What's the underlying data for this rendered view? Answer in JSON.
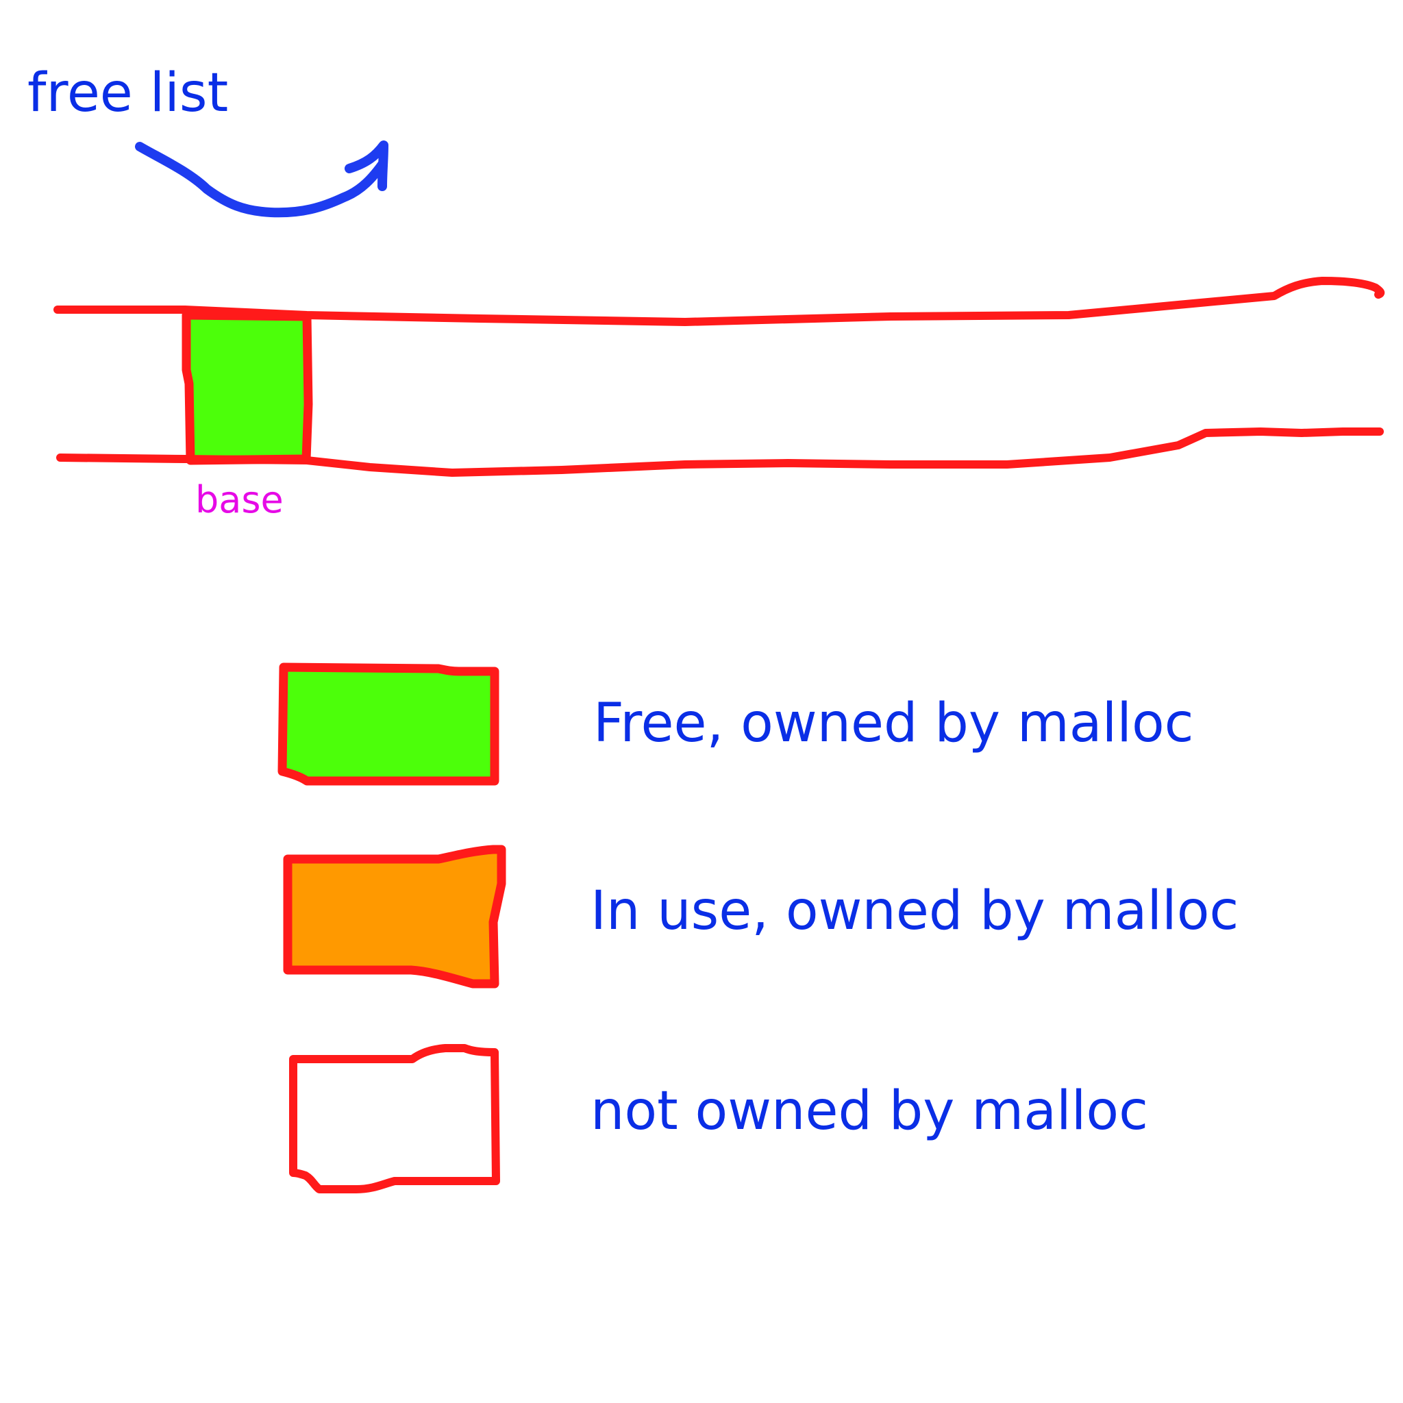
{
  "colors": {
    "outline": "#ff1a1a",
    "free": "#4cff0a",
    "in_use": "#ff9900",
    "not_owned": "#ffffff",
    "text_blue": "#0a2ee6",
    "arrow_blue": "#1e3cf0",
    "base_label": "#e60ae6",
    "background": "#ffffff"
  },
  "header": {
    "title": "free list"
  },
  "memory": {
    "base_label": "base"
  },
  "legend": {
    "items": [
      {
        "key": "free",
        "label": "Free, owned by malloc",
        "fill": "#4cff0a"
      },
      {
        "key": "in_use",
        "label": "In use, owned by malloc",
        "fill": "#ff9900"
      },
      {
        "key": "not_owned",
        "label": "not owned by malloc",
        "fill": "#ffffff"
      }
    ]
  }
}
